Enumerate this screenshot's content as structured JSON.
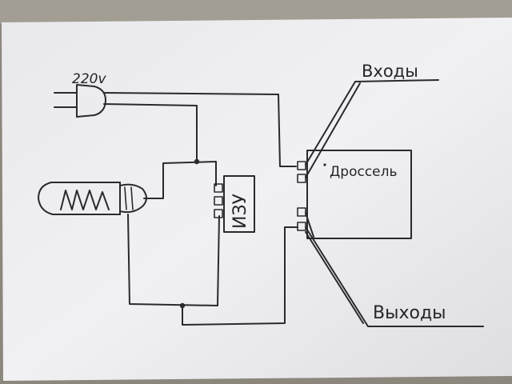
{
  "labels": {
    "voltage": "220v",
    "inputs": "Входы",
    "outputs": "Выходы",
    "choke": "Дроссель",
    "igniter": "ИЗУ"
  },
  "colors": {
    "paper": "#eeeef0",
    "ink": "#2a2a2e",
    "background": "#8f8a80"
  }
}
